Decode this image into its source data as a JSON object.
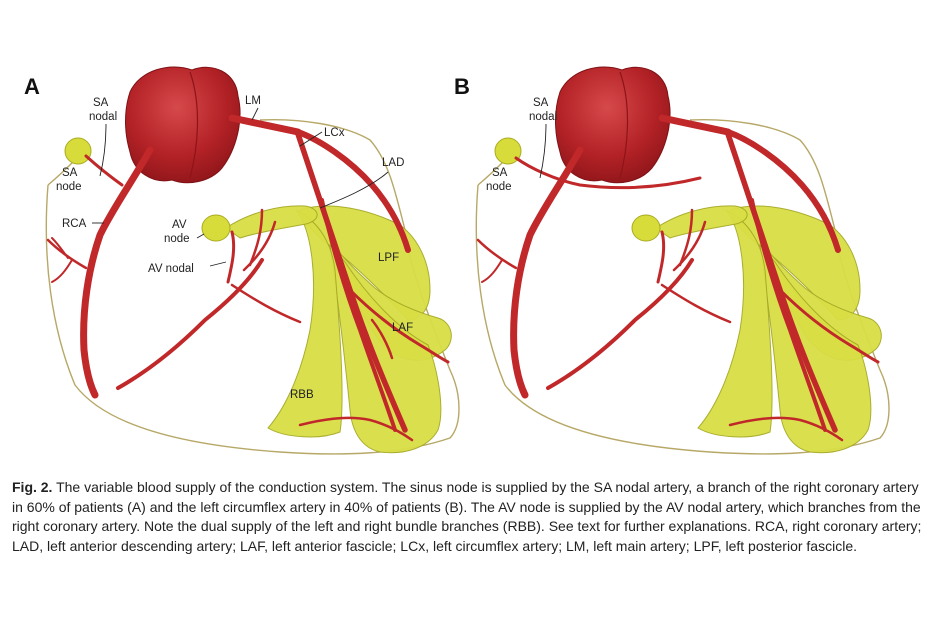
{
  "figure": {
    "panels": [
      {
        "letter": "A",
        "labels": {
          "sa_nodal": [
            "SA",
            "nodal"
          ],
          "sa_node": [
            "SA",
            "node"
          ],
          "lm": "LM",
          "lcx": "LCx",
          "lad": "LAD",
          "rca": "RCA",
          "av_node": [
            "AV",
            "node"
          ],
          "av_nodal": "AV nodal",
          "lpf": "LPF",
          "laf": "LAF",
          "rbb": "RBB"
        }
      },
      {
        "letter": "B",
        "labels": {
          "sa_nodal": [
            "SA",
            "nodal"
          ],
          "sa_node": [
            "SA",
            "node"
          ]
        }
      }
    ],
    "colors": {
      "artery": "#c0282a",
      "aorta": "#b8252a",
      "conduction": "#d9de45",
      "outline": "#b7a867"
    }
  },
  "caption": {
    "label": "Fig. 2.",
    "text": "The variable blood supply of the conduction system. The sinus node is supplied by the SA nodal artery, a branch of the right coronary artery in 60% of patients (A) and the left circumflex artery in 40% of patients (B). The AV node is supplied by the AV nodal artery, which branches from the right coronary artery. Note the dual supply of the left and right bundle branches (RBB). See text for further explanations. RCA, right coronary artery; LAD, left anterior descending artery; LAF, left anterior fascicle; LCx, left circumflex artery; LM, left main artery; LPF, left posterior fascicle."
  }
}
